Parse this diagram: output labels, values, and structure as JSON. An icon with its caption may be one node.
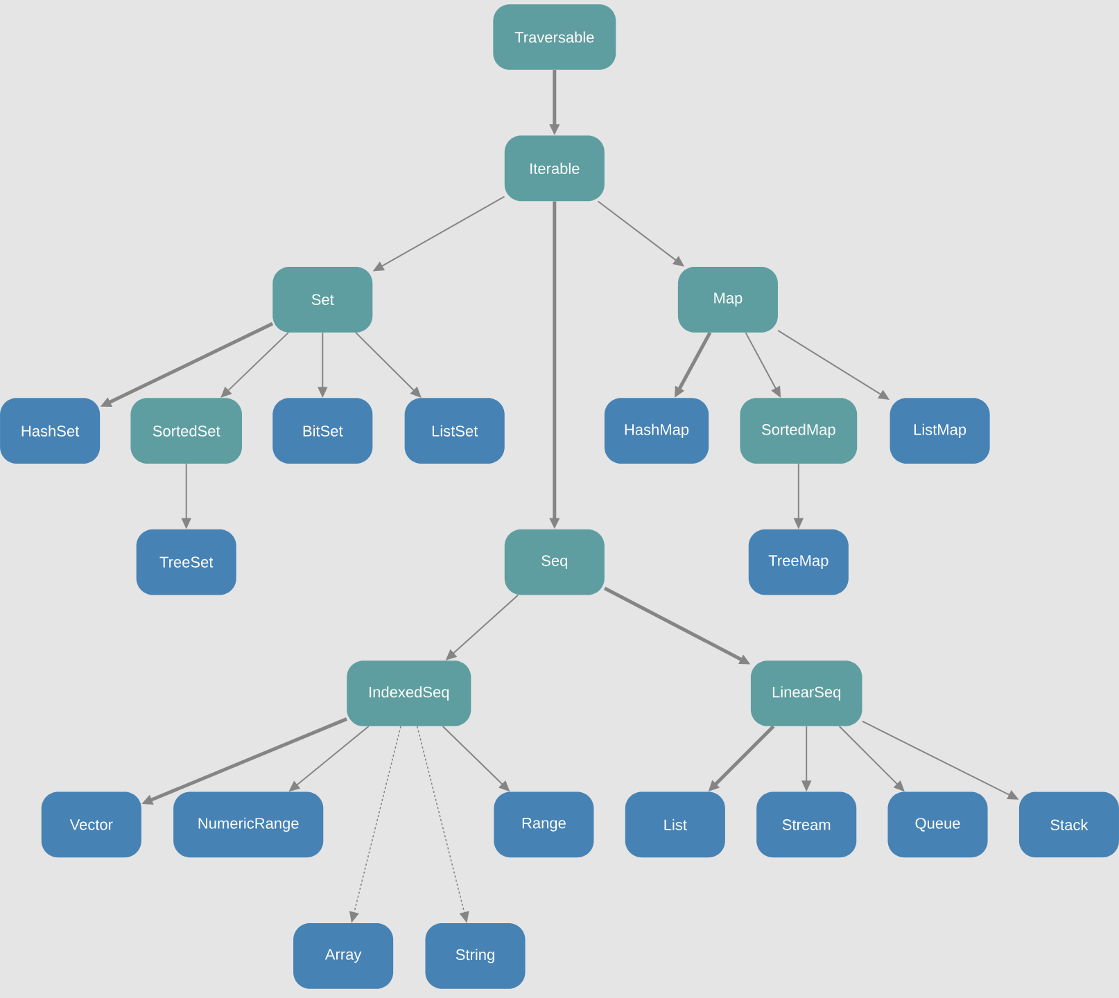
{
  "diagram": {
    "nodes": [
      {
        "text": [
          "Traversable"
        ]
      },
      {
        "text": [
          "Iterable"
        ]
      },
      {
        "text": [
          "Set"
        ]
      },
      {
        "text": [
          "Map"
        ]
      },
      {
        "text": [
          "HashSet"
        ]
      },
      {
        "text": [
          "SortedSet"
        ]
      },
      {
        "text": [
          "BitSet"
        ]
      },
      {
        "text": [
          "ListSet"
        ]
      },
      {
        "text": [
          "HashMap"
        ]
      },
      {
        "text": [
          "SortedMap"
        ]
      },
      {
        "text": [
          "ListMap"
        ]
      },
      {
        "text": [
          "TreeSet"
        ]
      },
      {
        "text": [
          "Seq"
        ]
      },
      {
        "text": [
          "TreeMap"
        ]
      },
      {
        "text": [
          "IndexedSeq"
        ]
      },
      {
        "text": [
          "LinearSeq"
        ]
      },
      {
        "text": [
          "Vector"
        ]
      },
      {
        "text": [
          "NumericRange"
        ]
      },
      {
        "text": [
          "Range"
        ]
      },
      {
        "text": [
          "List"
        ]
      },
      {
        "text": [
          "Stream"
        ]
      },
      {
        "text": [
          "Queue"
        ]
      },
      {
        "text": [
          "Stack"
        ]
      },
      {
        "text": [
          "Array"
        ]
      },
      {
        "text": [
          "String"
        ]
      }
    ],
    "edges": [
      {
        "from": 0,
        "to": 1,
        "arrow": "to",
        "style": "thick"
      },
      {
        "from": 1,
        "to": 2,
        "arrow": "to"
      },
      {
        "from": 1,
        "to": 12,
        "arrow": "to",
        "style": "thick"
      },
      {
        "from": 1,
        "to": 3,
        "arrow": "to"
      },
      {
        "from": 2,
        "to": 4,
        "arrow": "to",
        "style": "thick"
      },
      {
        "from": 2,
        "to": 5,
        "arrow": "to"
      },
      {
        "from": 2,
        "to": 6,
        "arrow": "to"
      },
      {
        "from": 2,
        "to": 7,
        "arrow": "to"
      },
      {
        "from": 3,
        "to": 8,
        "arrow": "to",
        "style": "thick"
      },
      {
        "from": 3,
        "to": 9,
        "arrow": "to"
      },
      {
        "from": 3,
        "to": 10,
        "arrow": "to"
      },
      {
        "from": 5,
        "to": 11,
        "arrow": "to"
      },
      {
        "from": 9,
        "to": 13,
        "arrow": "to"
      },
      {
        "from": 12,
        "to": 14,
        "arrow": "to"
      },
      {
        "from": 12,
        "to": 15,
        "arrow": "to",
        "style": "thick"
      },
      {
        "from": 14,
        "to": 16,
        "arrow": "to",
        "style": "thick"
      },
      {
        "from": 14,
        "to": 17,
        "arrow": "to"
      },
      {
        "from": 14,
        "to": 23,
        "arrow": "to",
        "style": "dashed"
      },
      {
        "from": 14,
        "to": 24,
        "arrow": "to",
        "style": "dashed"
      },
      {
        "from": 14,
        "to": 18,
        "arrow": "to"
      },
      {
        "from": 15,
        "to": 19,
        "arrow": "to",
        "style": "thick"
      },
      {
        "from": 15,
        "to": 20,
        "arrow": "to"
      },
      {
        "from": 15,
        "to": 21,
        "arrow": "to"
      },
      {
        "from": 15,
        "to": 22,
        "arrow": "to"
      }
    ]
  }
}
